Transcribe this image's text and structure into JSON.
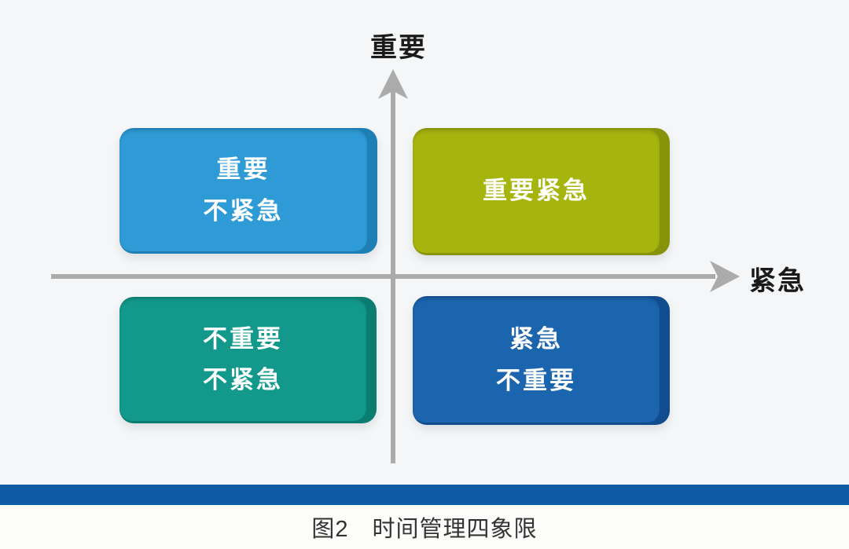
{
  "axes": {
    "y_label": "重要",
    "x_label": "紧急",
    "color": "#ABABAB"
  },
  "quadrants": [
    {
      "id": "important-not-urgent",
      "lines": [
        "重要",
        "不紧急"
      ],
      "color": "#2E9BD6",
      "edge_color": "#1E7FB4"
    },
    {
      "id": "important-urgent",
      "lines": [
        "重要紧急",
        ""
      ],
      "color": "#A6B40E",
      "edge_color": "#87940A"
    },
    {
      "id": "not-important-not-urgent",
      "lines": [
        "不重要",
        "不紧急"
      ],
      "color": "#12998B",
      "edge_color": "#0A7C70"
    },
    {
      "id": "urgent-not-important",
      "lines": [
        "紧急",
        "不重要"
      ],
      "color": "#1B64AE",
      "edge_color": "#114C8E"
    }
  ],
  "divider": {
    "color": "#0E5AA4"
  },
  "caption": "图2　时间管理四象限"
}
